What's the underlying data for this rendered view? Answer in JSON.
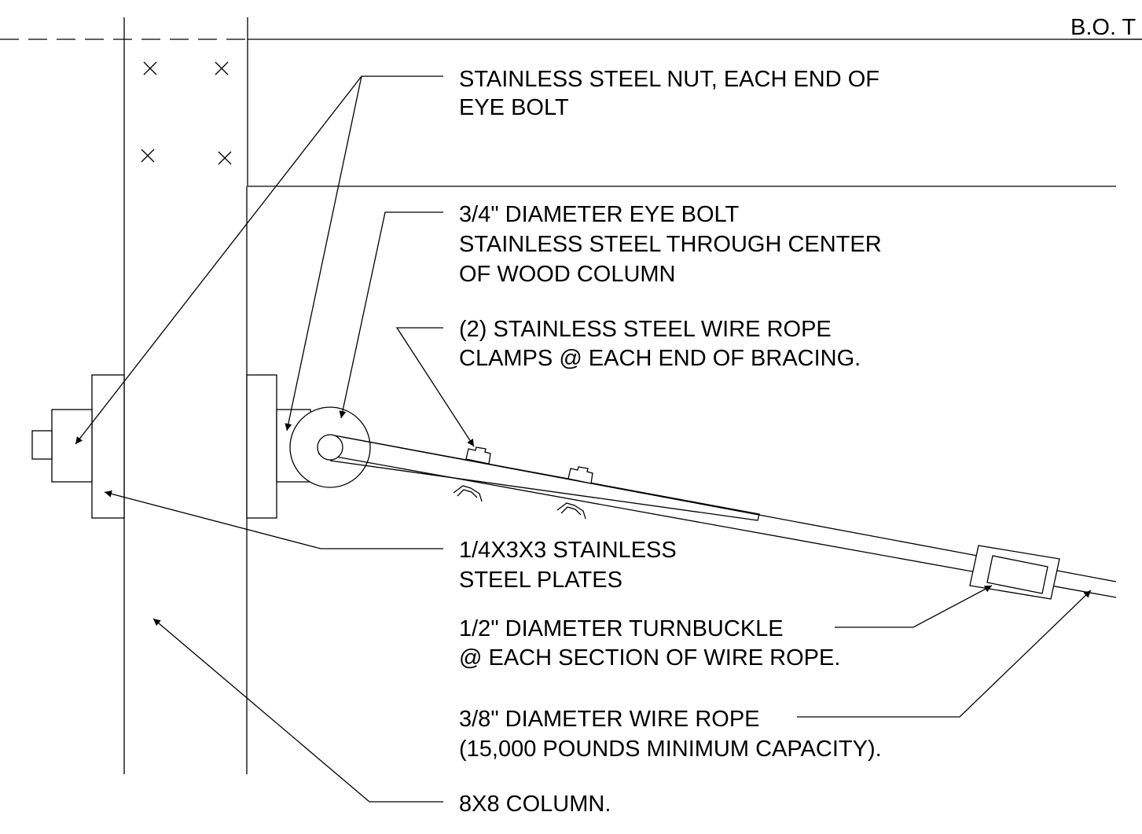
{
  "drawing": {
    "reference": "B.O. T",
    "notes": {
      "nut": [
        "STAINLESS STEEL NUT, EACH END OF",
        "EYE BOLT"
      ],
      "eye_bolt": [
        "3/4\" DIAMETER EYE BOLT",
        "STAINLESS STEEL THROUGH CENTER",
        "OF WOOD COLUMN"
      ],
      "clamps": [
        "(2) STAINLESS STEEL WIRE ROPE",
        "CLAMPS @ EACH END OF BRACING."
      ],
      "plates": [
        "1/4X3X3 STAINLESS",
        "STEEL PLATES"
      ],
      "turnbuckle": [
        "1/2\" DIAMETER TURNBUCKLE",
        "@ EACH SECTION OF WIRE ROPE."
      ],
      "wire_rope": [
        "3/8\" DIAMETER WIRE ROPE",
        "(15,000 POUNDS MINIMUM CAPACITY)."
      ],
      "column": [
        "8X8 COLUMN."
      ]
    }
  }
}
